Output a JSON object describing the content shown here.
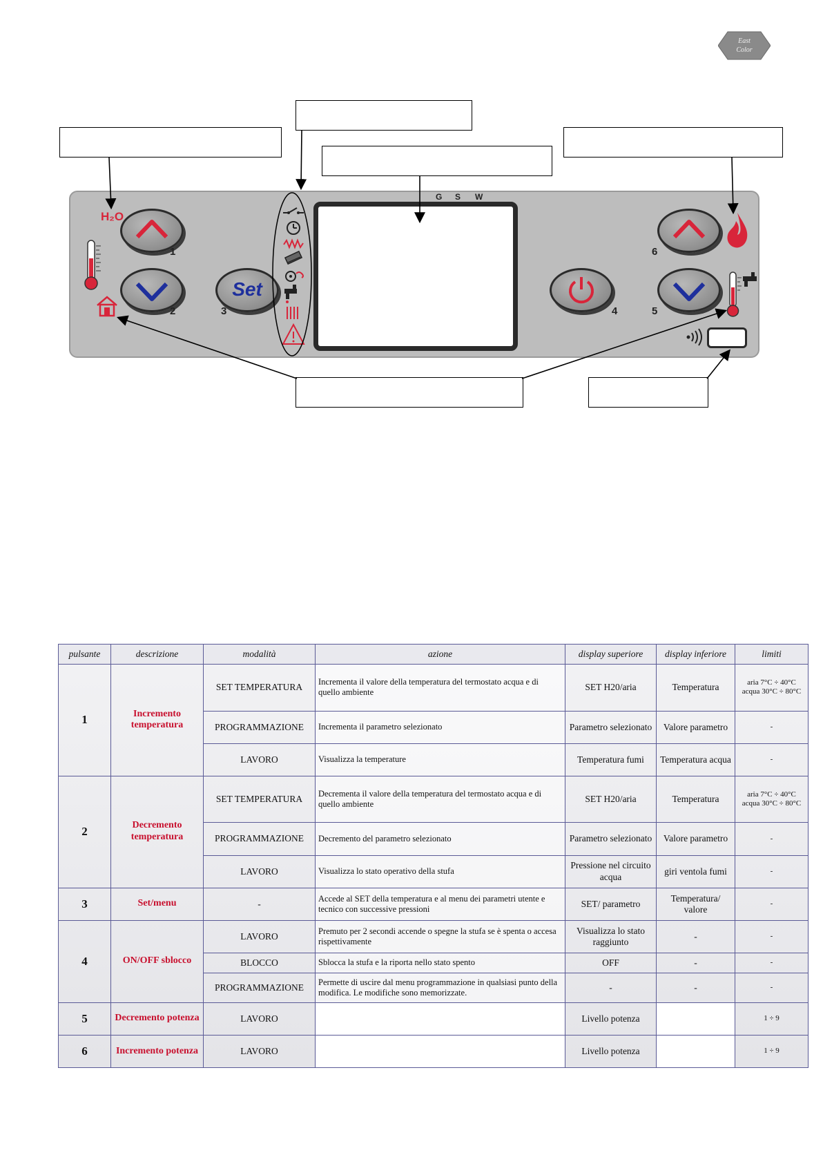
{
  "logo": {
    "line1": "East",
    "line2": "Color"
  },
  "panel": {
    "h2o_label": "H₂O",
    "display_indicators": [
      "G",
      "S",
      "W"
    ],
    "set_label": "Set",
    "button_numbers": [
      "1",
      "2",
      "3",
      "4",
      "5",
      "6"
    ]
  },
  "table": {
    "headers": [
      "pulsante",
      "descrizione",
      "modalità",
      "azione",
      "display superiore",
      "display inferiore",
      "limiti"
    ],
    "rows": [
      {
        "pulsante": "1",
        "descrizione": "Incremento temperatura",
        "modalita": "SET TEMPERATURA",
        "azione": "Incrementa il valore della temperatura del termostato acqua e di quello ambiente",
        "display_superiore": "SET H20/aria",
        "display_inferiore": "Temperatura",
        "limiti": "aria 7°C ÷ 40°C acqua 30°C ÷ 80°C"
      },
      {
        "modalita": "PROGRAMMAZIONE",
        "azione": "Incrementa il parametro selezionato",
        "display_superiore": "Parametro selezionato",
        "display_inferiore": "Valore parametro",
        "limiti": "-"
      },
      {
        "modalita": "LAVORO",
        "azione": "Visualizza la temperature",
        "display_superiore": "Temperatura fumi",
        "display_inferiore": "Temperatura acqua",
        "limiti": "-"
      },
      {
        "pulsante": "2",
        "descrizione": "Decremento temperatura",
        "modalita": "SET TEMPERATURA",
        "azione": "Decrementa il valore della temperatura del termostato acqua e di quello ambiente",
        "display_superiore": "SET H20/aria",
        "display_inferiore": "Temperatura",
        "limiti": "aria 7°C ÷ 40°C acqua 30°C ÷ 80°C"
      },
      {
        "modalita": "PROGRAMMAZIONE",
        "azione": "Decremento del parametro selezionato",
        "display_superiore": "Parametro selezionato",
        "display_inferiore": "Valore parametro",
        "limiti": "-"
      },
      {
        "modalita": "LAVORO",
        "azione": "Visualizza lo stato operativo della stufa",
        "display_superiore": "Pressione nel circuito acqua",
        "display_inferiore": "giri ventola fumi",
        "limiti": "-"
      },
      {
        "pulsante": "3",
        "descrizione": "Set/menu",
        "modalita": "-",
        "azione": "Accede al SET della temperatura e al menu dei parametri utente e tecnico con successive pressioni",
        "display_superiore": "SET/ parametro",
        "display_inferiore": "Temperatura/ valore",
        "limiti": "-"
      },
      {
        "pulsante": "4",
        "descrizione": "ON/OFF sblocco",
        "modalita": "LAVORO",
        "azione": "Premuto per 2 secondi accende o spegne la stufa se è spenta o accesa rispettivamente",
        "display_superiore": "Visualizza lo stato raggiunto",
        "display_inferiore": "-",
        "limiti": "-"
      },
      {
        "modalita": "BLOCCO",
        "azione": "Sblocca la stufa e la riporta nello stato spento",
        "display_superiore": "OFF",
        "display_inferiore": "-",
        "limiti": "-"
      },
      {
        "modalita": "PROGRAMMAZIONE",
        "azione": "Permette di uscire dal menu programmazione in qualsiasi punto della modifica. Le modifiche sono memorizzate.",
        "display_superiore": "-",
        "display_inferiore": "-",
        "limiti": "-"
      },
      {
        "pulsante": "5",
        "descrizione": "Decremento potenza",
        "modalita": "LAVORO",
        "azione": "",
        "display_superiore": "Livello potenza",
        "display_inferiore": "",
        "limiti": "1 ÷ 9"
      },
      {
        "pulsante": "6",
        "descrizione": "Incremento potenza",
        "modalita": "LAVORO",
        "azione": "",
        "display_superiore": "Livello potenza",
        "display_inferiore": "",
        "limiti": "1 ÷ 9"
      }
    ]
  },
  "colors": {
    "accent_red": "#d8253a",
    "accent_blue": "#1e2f9c",
    "table_border": "#5a5a96"
  }
}
